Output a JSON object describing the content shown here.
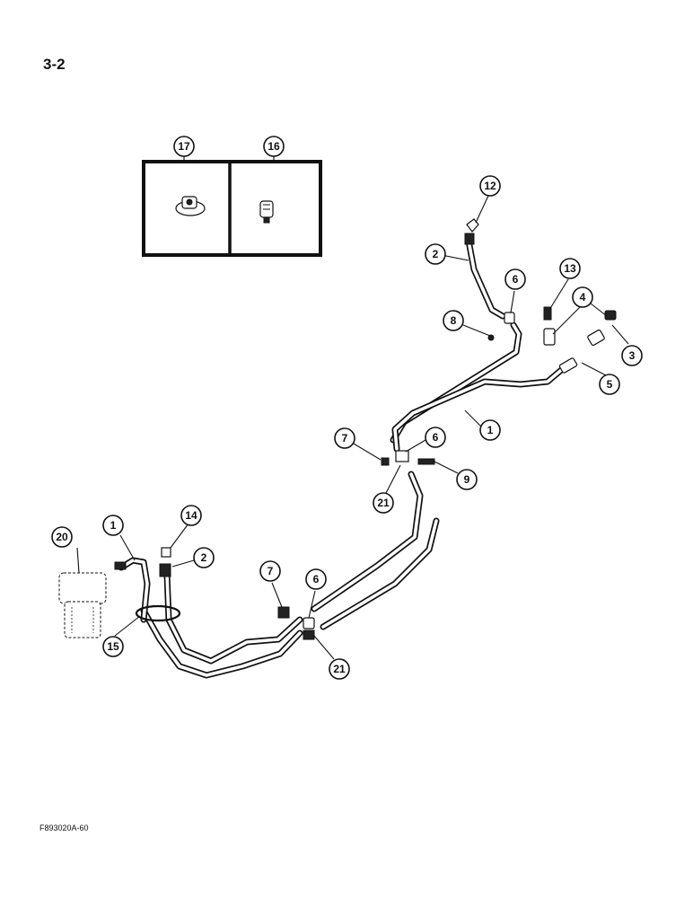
{
  "page": {
    "number": "3-2",
    "figure_code": "F893020A-60"
  },
  "callouts": {
    "c1a": "1",
    "c1b": "1",
    "c2a": "2",
    "c2b": "2",
    "c3": "3",
    "c4": "4",
    "c5": "5",
    "c6a": "6",
    "c6b": "6",
    "c6c": "6",
    "c7a": "7",
    "c7b": "7",
    "c8": "8",
    "c9": "9",
    "c12": "12",
    "c13": "13",
    "c14": "14",
    "c15": "15",
    "c16": "16",
    "c17": "17",
    "c20": "20",
    "c21a": "21",
    "c21b": "21"
  },
  "icons": [
    "fuel-filter-icon",
    "fitting-icon",
    "clamp-icon",
    "elbow-icon",
    "tee-fitting-icon"
  ]
}
